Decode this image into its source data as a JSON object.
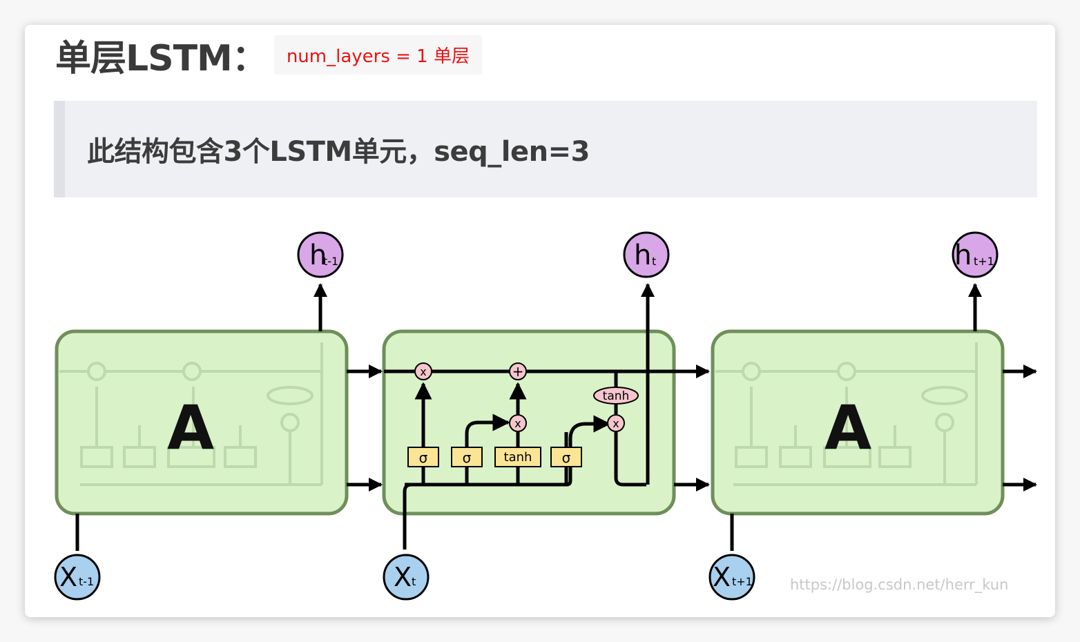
{
  "heading": {
    "title": "单层LSTM：",
    "code": "num_layers = 1   单层"
  },
  "blockquote": {
    "text": "此结构包含3个LSTM单元，seq_len=3"
  },
  "diagram": {
    "cell_label": "A",
    "hidden_outputs": [
      {
        "main": "h",
        "sub": "t-1"
      },
      {
        "main": "h",
        "sub": "t"
      },
      {
        "main": "h",
        "sub": "t+1"
      }
    ],
    "inputs": [
      {
        "main": "X",
        "sub": "t-1"
      },
      {
        "main": "X",
        "sub": "t"
      },
      {
        "main": "X",
        "sub": "t+1"
      }
    ],
    "gates": [
      "σ",
      "σ",
      "tanh",
      "σ"
    ],
    "pointwise_ops": {
      "multiply": "x",
      "add": "+",
      "tanh": "tanh"
    },
    "watermark": "https://blog.csdn.net/herr_kun",
    "colors": {
      "cell_fill": "#d9f2c8",
      "cell_stroke": "#6f8f5a",
      "output_node": "#d9a7e8",
      "input_node": "#a9d0ee",
      "gate_fill": "#fbe595",
      "op_fill": "#f5c6cc"
    }
  }
}
